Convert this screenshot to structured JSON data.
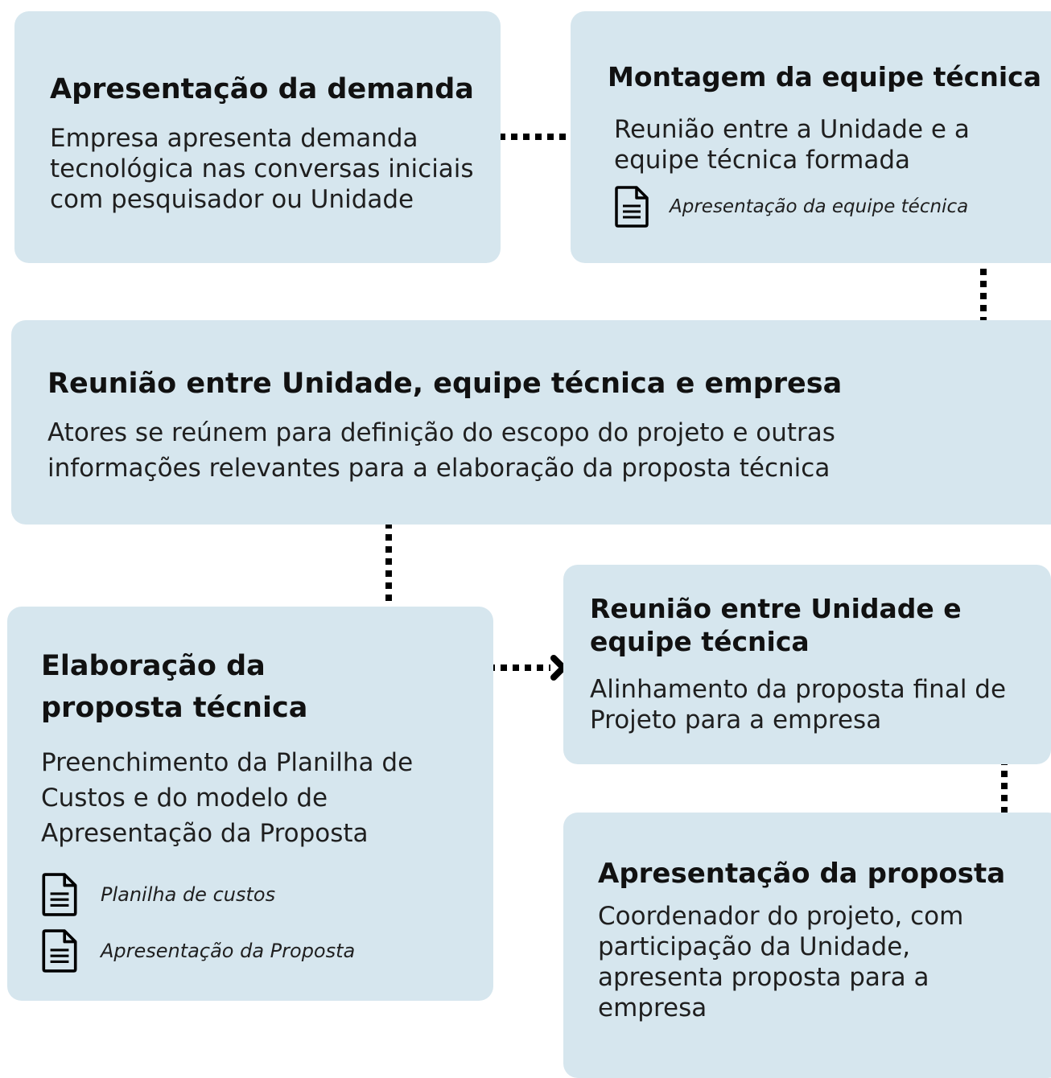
{
  "steps": [
    {
      "title": "Apresentação da demanda",
      "description": "Empresa apresenta demanda tecnológica nas conversas iniciais com pesquisador ou Unidade"
    },
    {
      "title": "Montagem da equipe técnica",
      "description": "Reunião entre a Unidade e a equipe técnica formada",
      "documents": [
        "Apresentação da equipe técnica"
      ]
    },
    {
      "title": "Reunião entre Unidade, equipe técnica e empresa",
      "description": "Atores se reúnem para definição do escopo do projeto e outras informações relevantes para a elaboração da proposta técnica"
    },
    {
      "title": "Elaboração da proposta técnica",
      "description": "Preenchimento da Planilha de Custos e do modelo de Apresentação da Proposta",
      "documents": [
        "Planilha de custos",
        "Apresentação da Proposta"
      ]
    },
    {
      "title": "Reunião entre Unidade e equipe técnica",
      "description": "Alinhamento da proposta final de Projeto para a empresa"
    },
    {
      "title": "Apresentação da proposta",
      "description": "Coordenador do projeto, com participação da Unidade, apresenta proposta para a empresa"
    }
  ],
  "colors": {
    "card_background": "#d6e6ee",
    "connector": "#000000",
    "text": "#111111"
  },
  "icons": {
    "document": "document-icon"
  }
}
